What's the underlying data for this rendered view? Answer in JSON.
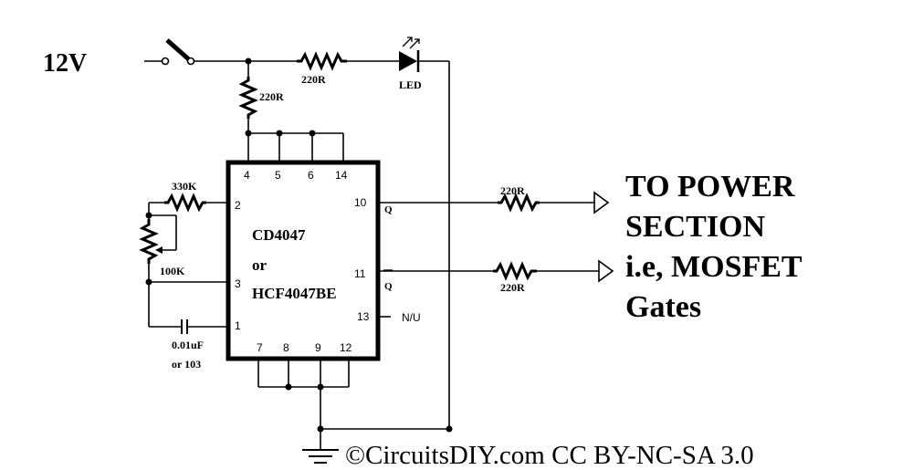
{
  "supply_label": "12V",
  "led_label": "LED",
  "ic": {
    "name_line1": "CD4047",
    "name_line2": "or",
    "name_line3": "HCF4047BE",
    "pins": {
      "p4": "4",
      "p5": "5",
      "p6": "6",
      "p14": "14",
      "p2": "2",
      "p3": "3",
      "p1": "1",
      "p10": "10",
      "p11": "11",
      "p13": "13",
      "p7": "7",
      "p8": "8",
      "p9": "9",
      "p12": "12"
    },
    "q_label": "Q",
    "qbar_label": "Q",
    "nu_label": "N/U"
  },
  "resistors": {
    "r_series": "220R",
    "r_pullup": "220R",
    "r_timing": "330K",
    "r_pot": "100K",
    "r_gate1": "220R",
    "r_gate2": "220R"
  },
  "capacitor": {
    "line1": "0.01uF",
    "line2": "or 103"
  },
  "output_text": {
    "line1": "TO POWER",
    "line2": "SECTION",
    "line3": "i.e, MOSFET",
    "line4": "Gates"
  },
  "credit": "©CircuitsDIY.com CC BY-NC-SA 3.0"
}
